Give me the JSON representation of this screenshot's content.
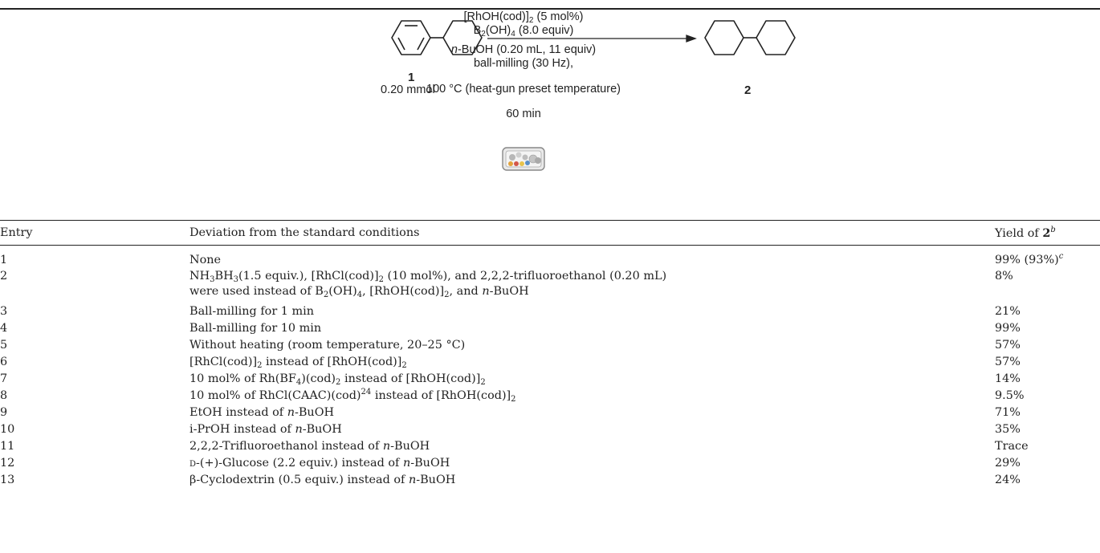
{
  "scheme": {
    "catalyst": "[RhOH(cod)]",
    "catalyst_loading": "(5 mol%)",
    "reagent": "B",
    "reagent_mid": "(OH)",
    "reagent_equiv": "(8.0 equiv)",
    "solvent_prefix": "n",
    "solvent_rest": "-BuOH (0.20 mL, 11 equiv)",
    "milling": "ball-milling (30 Hz),",
    "temperature": "100 °C (heat-gun preset temperature)",
    "time": "60 min",
    "substrate_number": "1",
    "substrate_amount": "0.20 mmol",
    "product_number": "2",
    "ball_mill_icon": "ball-mill-jar-icon"
  },
  "table": {
    "headers": {
      "entry": "Entry",
      "deviation": "Deviation from the standard conditions",
      "yield_prefix": "Yield of ",
      "yield_compound": "2",
      "yield_note": "b"
    },
    "rows": [
      {
        "entry": "1",
        "yield": "99% (93%)",
        "yield_note": "c"
      },
      {
        "entry": "2",
        "yield": "8%"
      },
      {
        "entry": "3",
        "yield": "21%"
      },
      {
        "entry": "4",
        "yield": "99%"
      },
      {
        "entry": "5",
        "yield": "57%"
      },
      {
        "entry": "6",
        "yield": "57%"
      },
      {
        "entry": "7",
        "yield": "14%"
      },
      {
        "entry": "8",
        "yield": "9.5%"
      },
      {
        "entry": "9",
        "yield": "71%"
      },
      {
        "entry": "10",
        "yield": "35%"
      },
      {
        "entry": "11",
        "yield": "Trace"
      },
      {
        "entry": "12",
        "yield": "29%"
      },
      {
        "entry": "13",
        "yield": "24%"
      }
    ],
    "deviations": {
      "r1": "None",
      "r2a_1": "NH",
      "r2a_2": "BH",
      "r2a_3": "(1.5 equiv.), [RhCl(cod)]",
      "r2a_4": " (10 mol%), and 2,2,2-trifluoroethanol (0.20 mL)",
      "r2b_1": "were used instead of B",
      "r2b_2": "(OH)",
      "r2b_3": ", [RhOH(cod)]",
      "r2b_4": ", and ",
      "r2b_5": "n",
      "r2b_6": "-BuOH",
      "r3": "Ball-milling for 1 min",
      "r4": "Ball-milling for 10 min",
      "r5": "Without heating (room temperature, 20–25 °C)",
      "r6_1": "[RhCl(cod)]",
      "r6_2": " instead of [RhOH(cod)]",
      "r7_1": "10 mol% of Rh(BF",
      "r7_2": ")(cod)",
      "r7_3": " instead of [RhOH(cod)]",
      "r8_1": "10 mol% of RhCl(CAAC)(cod)",
      "r8_ref": "24",
      "r8_2": " instead of [RhOH(cod)]",
      "r9_1": "EtOH instead of ",
      "r9_n": "n",
      "r9_2": "-BuOH",
      "r10_1": "i-PrOH instead of ",
      "r10_n": "n",
      "r10_2": "-BuOH",
      "r11_1": "2,2,2-Trifluoroethanol instead of ",
      "r11_n": "n",
      "r11_2": "-BuOH",
      "r12_d": "d",
      "r12_1": "-(+)-Glucose (2.2 equiv.) instead of ",
      "r12_n": "n",
      "r12_2": "-BuOH",
      "r13_1": "β-Cyclodextrin (0.5 equiv.) instead of ",
      "r13_n": "n",
      "r13_2": "-BuOH"
    },
    "subscripts": {
      "two": "2",
      "three": "3",
      "four": "4"
    }
  }
}
